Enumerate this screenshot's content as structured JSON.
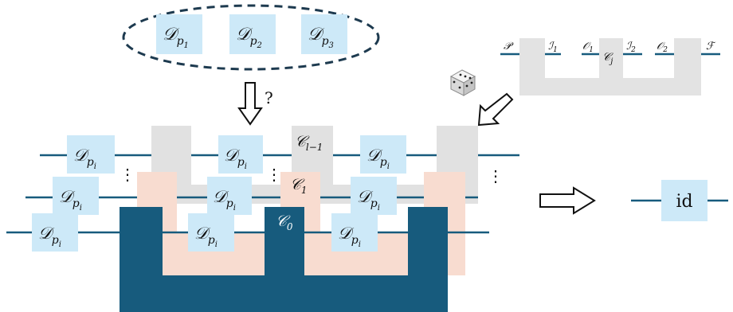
{
  "cloud": {
    "boxes": [
      {
        "main": "𝒟",
        "sub": "p",
        "subsub": "1"
      },
      {
        "main": "𝒟",
        "sub": "p",
        "subsub": "2"
      },
      {
        "main": "𝒟",
        "sub": "p",
        "subsub": "3"
      }
    ],
    "question": "?"
  },
  "comb_single": {
    "wires": [
      {
        "label": "𝒫",
        "sub": ""
      },
      {
        "label": "ℐ",
        "sub": "1"
      },
      {
        "label": "𝒪",
        "sub": "1"
      },
      {
        "label": "ℐ",
        "sub": "2"
      },
      {
        "label": "𝒪",
        "sub": "2"
      },
      {
        "label": "ℱ",
        "sub": ""
      }
    ],
    "name": {
      "main": "𝒞",
      "sub": "j"
    }
  },
  "layers": {
    "top": {
      "main": "𝒞",
      "sub": "l−1"
    },
    "middle": {
      "main": "𝒞",
      "sub": "1"
    },
    "bottom": {
      "main": "𝒞",
      "sub": "0"
    }
  },
  "dpi": {
    "main": "𝒟",
    "sub": "p",
    "subsub": "i"
  },
  "ellipsis": "⋮",
  "result": {
    "label": "id"
  },
  "colors": {
    "light_blue": "#cde9f8",
    "dark_teal": "#175b7d",
    "peach": "#f8dcd0",
    "light_gray": "#e1e1e1",
    "wire": "#175b7d"
  }
}
